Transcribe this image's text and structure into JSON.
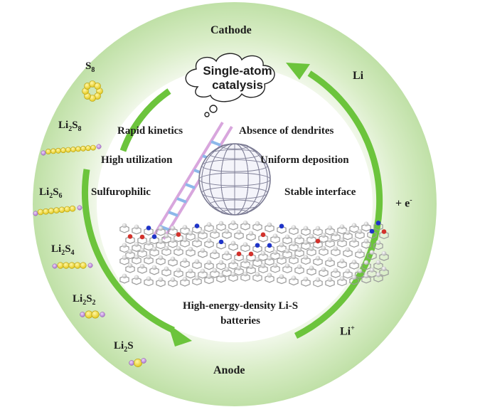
{
  "outer_ring": {
    "top_label": "Cathode",
    "bottom_label": "Anode",
    "right_top_label": "Li",
    "right_mid_label": "+ e",
    "right_mid_sup": "-",
    "right_bottom_label": "Li",
    "right_bottom_sup": "+"
  },
  "species": [
    {
      "base": "S",
      "sub1": "8",
      "mid": "",
      "sub2": ""
    },
    {
      "base": "Li",
      "sub1": "2",
      "mid": "S",
      "sub2": "8"
    },
    {
      "base": "Li",
      "sub1": "2",
      "mid": "S",
      "sub2": "6"
    },
    {
      "base": "Li",
      "sub1": "2",
      "mid": "S",
      "sub2": "4"
    },
    {
      "base": "Li",
      "sub1": "2",
      "mid": "S",
      "sub2": "2"
    },
    {
      "base": "Li",
      "sub1": "2",
      "mid": "S",
      "sub2": ""
    }
  ],
  "cloud": {
    "line1": "Single-atom",
    "line2": "catalysis"
  },
  "left_features": [
    "Rapid kinetics",
    "High utilization",
    "Sulfurophilic"
  ],
  "right_features": [
    "Absence of dendrites",
    "Uniform deposition",
    "Stable interface"
  ],
  "caption": {
    "line1": "High-energy-density Li-S",
    "line2": "batteries"
  },
  "colors": {
    "ring_light": "#eef6e4",
    "ring_dark": "#b5dc97",
    "arrow_green": "#6cc43c",
    "sulfur_yellow": "#f2dd28",
    "lithium_purple": "#c28be0",
    "ladder_pink": "#d8a6dd",
    "ladder_blue": "#8db8ea",
    "carbon_gray": "#b3b3b3",
    "nitrogen_blue": "#1f34c8",
    "oxygen_red": "#d2322c"
  },
  "icons": [
    "arrow-icon",
    "cloud-icon",
    "fullerene-icon",
    "ladder-icon",
    "graphene-sheet-icon"
  ]
}
